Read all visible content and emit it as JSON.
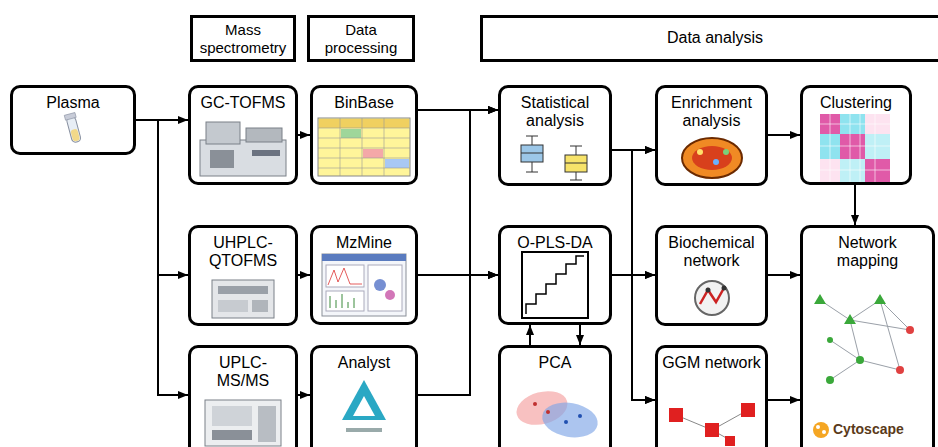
{
  "diagram": {
    "nodes": [
      {
        "text": [
          "Mass spectrometry"
        ]
      },
      {
        "text": [
          "Data processing"
        ]
      },
      {
        "text": [
          "Data analysis"
        ]
      },
      {
        "text": [
          "Plasma"
        ]
      },
      {
        "text": [
          "GC-TOFMS"
        ]
      },
      {
        "text": [
          "BinBase"
        ]
      },
      {
        "text": [
          "Statistical analysis"
        ]
      },
      {
        "text": [
          "Enrichment analysis"
        ]
      },
      {
        "text": [
          "Clustering"
        ]
      },
      {
        "text": [
          "UHPLC-QTOFMS"
        ]
      },
      {
        "text": [
          "MzMine"
        ]
      },
      {
        "text": [
          "O-PLS-DA"
        ]
      },
      {
        "text": [
          "Biochemical network"
        ]
      },
      {
        "text": [
          "Network mapping"
        ]
      },
      {
        "text": [
          "UPLC-MS/MS"
        ]
      },
      {
        "text": [
          "Analyst"
        ]
      },
      {
        "text": [
          "PCA"
        ]
      },
      {
        "text": [
          "GGM network"
        ]
      }
    ],
    "edges": [
      {
        "from": 3,
        "to": 4,
        "arrow": "to"
      },
      {
        "from": 3,
        "to": 9,
        "arrow": "to"
      },
      {
        "from": 3,
        "to": 14,
        "arrow": "to"
      },
      {
        "from": 4,
        "to": 5,
        "arrow": "to"
      },
      {
        "from": 9,
        "to": 10,
        "arrow": "to"
      },
      {
        "from": 14,
        "to": 15,
        "arrow": "to"
      },
      {
        "from": 5,
        "to": 6,
        "arrow": "to"
      },
      {
        "from": 10,
        "to": 6,
        "arrow": "to"
      },
      {
        "from": 15,
        "to": 6,
        "arrow": "to"
      },
      {
        "from": 5,
        "to": 11,
        "arrow": "to"
      },
      {
        "from": 10,
        "to": 11,
        "arrow": "to"
      },
      {
        "from": 15,
        "to": 11,
        "arrow": "to"
      },
      {
        "from": 16,
        "to": 11,
        "arrow": "to"
      },
      {
        "from": 11,
        "to": 16,
        "arrow": "to"
      },
      {
        "from": 6,
        "to": 7,
        "arrow": "to"
      },
      {
        "from": 6,
        "to": 12,
        "arrow": "to"
      },
      {
        "from": 6,
        "to": 17,
        "arrow": "to"
      },
      {
        "from": 11,
        "to": 7,
        "arrow": "to"
      },
      {
        "from": 11,
        "to": 12,
        "arrow": "to"
      },
      {
        "from": 11,
        "to": 17,
        "arrow": "to"
      },
      {
        "from": 7,
        "to": 8,
        "arrow": "to"
      },
      {
        "from": 8,
        "to": 13,
        "arrow": "to"
      },
      {
        "from": 12,
        "to": 13,
        "arrow": "to"
      },
      {
        "from": 17,
        "to": 13,
        "arrow": "to"
      }
    ],
    "labels": [
      "Cytoscape"
    ]
  }
}
